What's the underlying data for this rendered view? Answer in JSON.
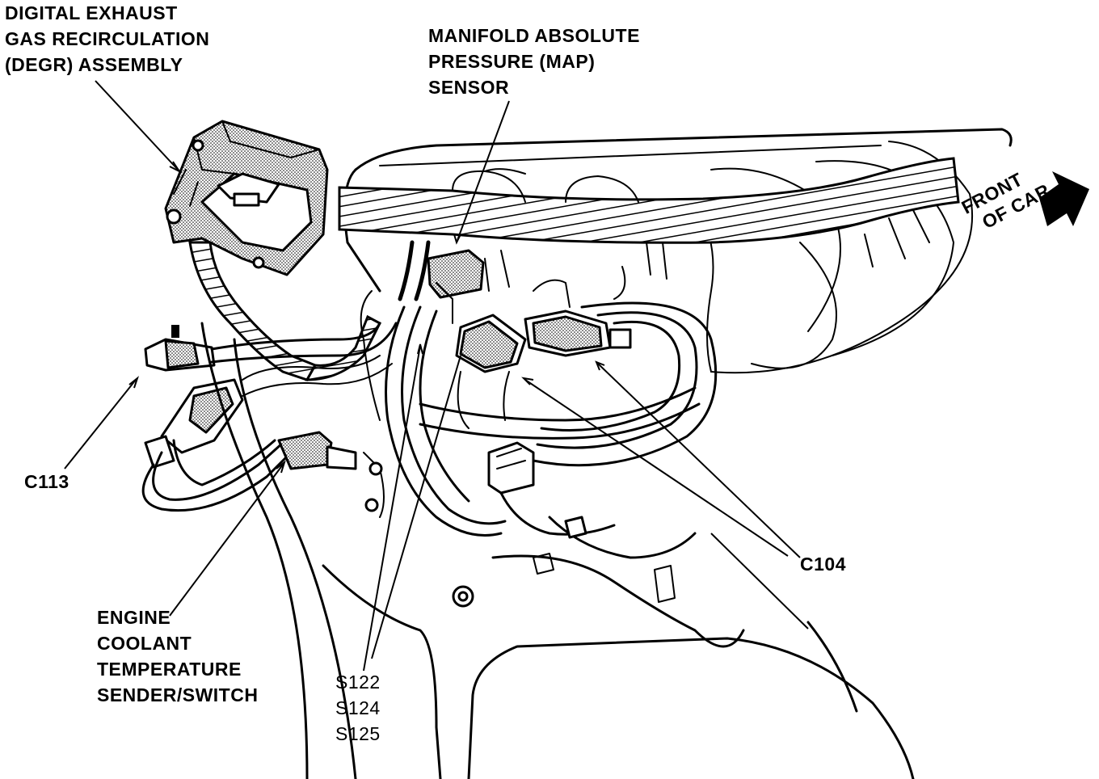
{
  "labels": {
    "degr": [
      "DIGITAL EXHAUST",
      "GAS RECIRCULATION",
      "(DEGR) ASSEMBLY"
    ],
    "map": [
      "MANIFOLD ABSOLUTE",
      "PRESSURE (MAP)",
      "SENSOR"
    ],
    "front": [
      "FRONT",
      "OF CAR"
    ],
    "c113": "C113",
    "c104": "C104",
    "ect": [
      "ENGINE",
      "COOLANT",
      "TEMPERATURE",
      "SENDER/SWITCH"
    ],
    "splices": [
      "S122",
      "S124",
      "S125"
    ]
  },
  "icons": {
    "front_arrow": "arrow-right-icon"
  },
  "colors": {
    "ink": "#000000",
    "paper": "#ffffff"
  }
}
